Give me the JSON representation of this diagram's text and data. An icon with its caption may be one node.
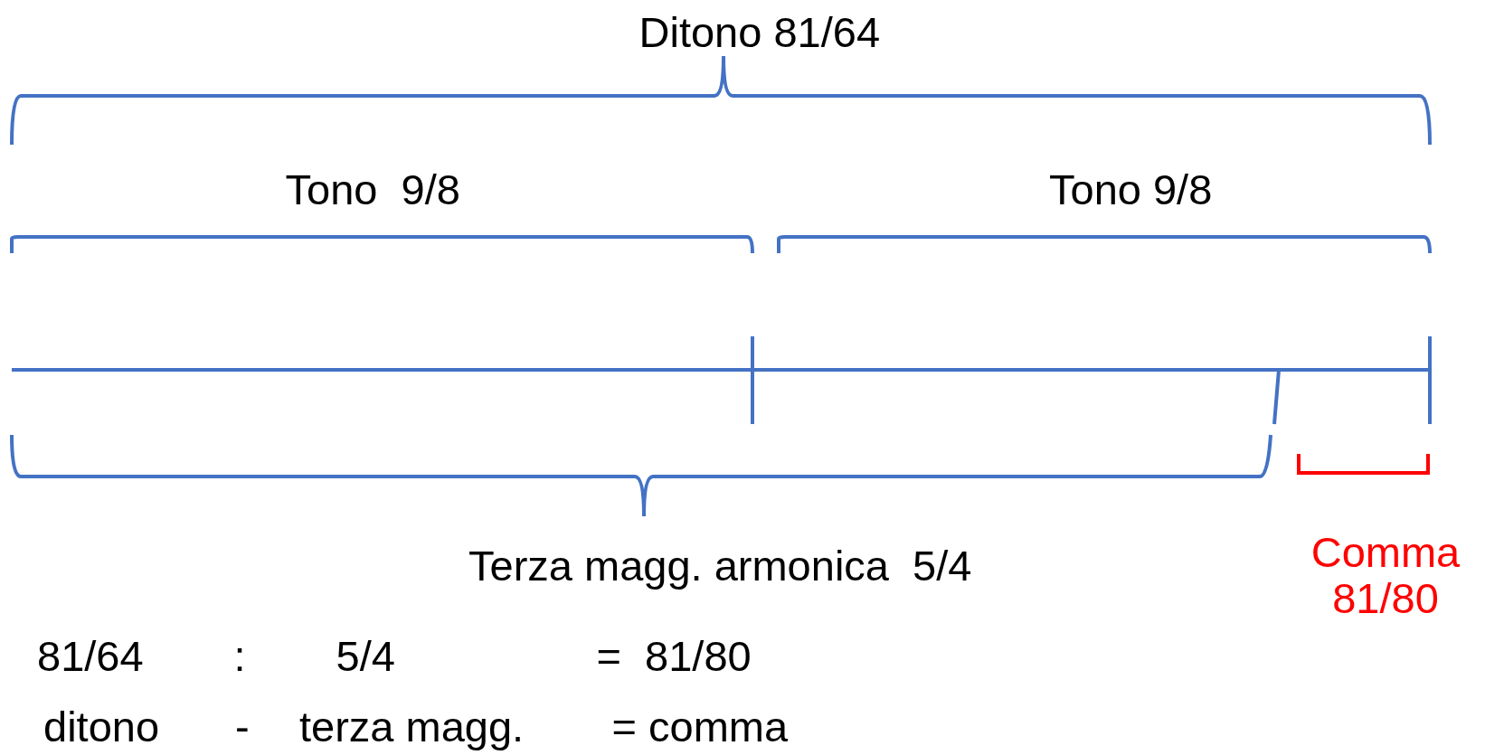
{
  "diagram": {
    "labels": [
      "Ditono 81/64",
      "Tono  9/8",
      "Tono 9/8",
      "Terza magg. armonica  5/4",
      "Comma 81/80",
      "81/64",
      ":",
      "5/4",
      "=  81/80",
      "ditono",
      "-",
      "terza magg.",
      "= comma"
    ]
  }
}
